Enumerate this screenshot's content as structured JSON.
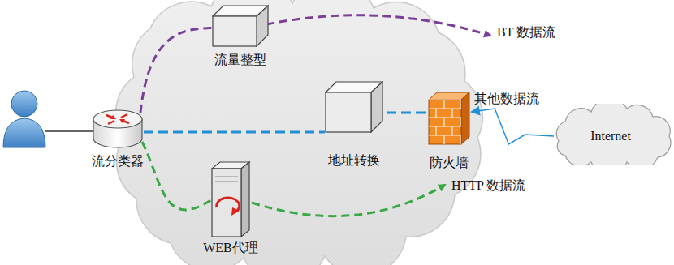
{
  "diagram": {
    "nodes": [
      {
        "text": [
          "流分类器"
        ]
      },
      {
        "text": [
          "流量整型"
        ]
      },
      {
        "text": [
          "地址转换"
        ]
      },
      {
        "text": [
          "WEB代理"
        ]
      },
      {
        "text": [
          "防火墙"
        ]
      },
      {
        "text": [
          "Internet"
        ]
      }
    ],
    "edges": [
      {
        "from": 0,
        "to": 1,
        "arrow": "none"
      },
      {
        "from": 0,
        "to": 2,
        "arrow": "none"
      },
      {
        "from": 2,
        "to": 4,
        "arrow": "none"
      },
      {
        "from": 0,
        "to": 3,
        "arrow": "none"
      },
      {
        "from": 5,
        "to": 4,
        "arrow": "to"
      }
    ],
    "labels": [
      "BT 数据流",
      "其他数据流",
      "HTTP 数据流"
    ]
  }
}
